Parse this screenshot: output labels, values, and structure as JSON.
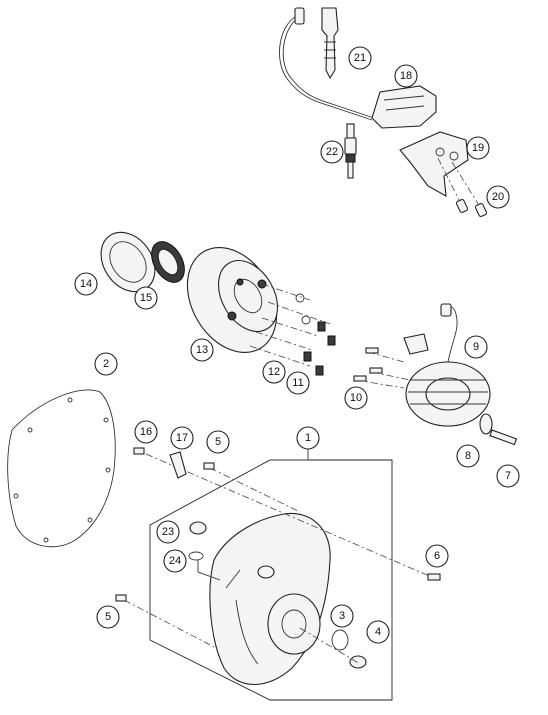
{
  "diagram": {
    "callouts": [
      {
        "id": "c1",
        "label": "1"
      },
      {
        "id": "c2",
        "label": "2"
      },
      {
        "id": "c3",
        "label": "3"
      },
      {
        "id": "c4",
        "label": "4"
      },
      {
        "id": "c5a",
        "label": "5"
      },
      {
        "id": "c5b",
        "label": "5"
      },
      {
        "id": "c6",
        "label": "6"
      },
      {
        "id": "c7",
        "label": "7"
      },
      {
        "id": "c8",
        "label": "8"
      },
      {
        "id": "c9",
        "label": "9"
      },
      {
        "id": "c10",
        "label": "10"
      },
      {
        "id": "c11",
        "label": "11"
      },
      {
        "id": "c12",
        "label": "12"
      },
      {
        "id": "c13",
        "label": "13"
      },
      {
        "id": "c14",
        "label": "14"
      },
      {
        "id": "c15",
        "label": "15"
      },
      {
        "id": "c16",
        "label": "16"
      },
      {
        "id": "c17",
        "label": "17"
      },
      {
        "id": "c18",
        "label": "18"
      },
      {
        "id": "c19",
        "label": "19"
      },
      {
        "id": "c20",
        "label": "20"
      },
      {
        "id": "c21",
        "label": "21"
      },
      {
        "id": "c22",
        "label": "22"
      },
      {
        "id": "c23",
        "label": "23"
      },
      {
        "id": "c24",
        "label": "24"
      }
    ]
  }
}
